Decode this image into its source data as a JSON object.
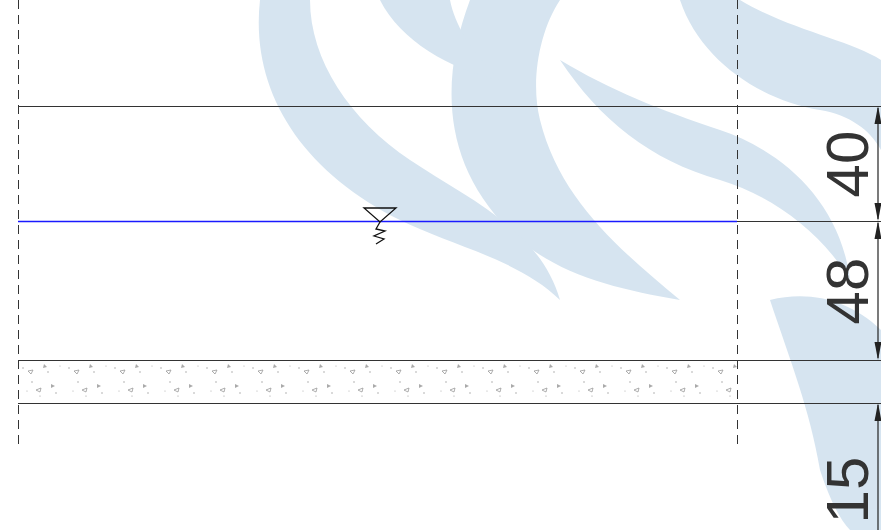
{
  "diagram": {
    "labels": [
      "40",
      "48",
      "15"
    ]
  }
}
